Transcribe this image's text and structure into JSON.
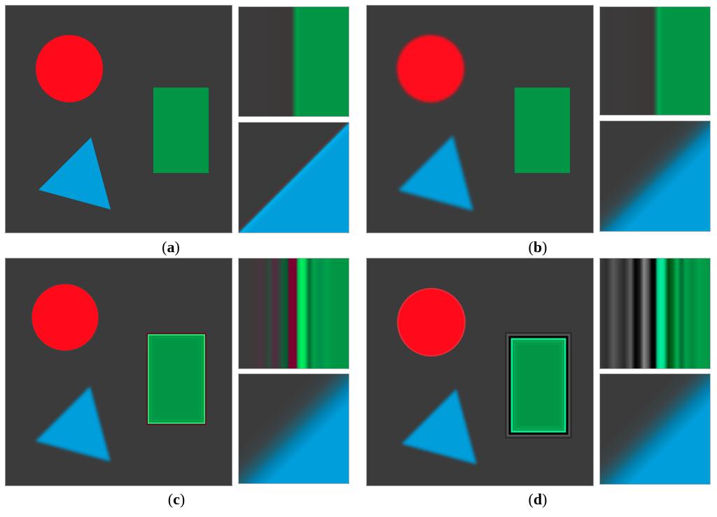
{
  "figure": {
    "background": "#ffffff",
    "scene_background": "#3b3b3b",
    "colors": {
      "circle": "#ff0a1a",
      "rectangle": "#009645",
      "triangle": "#009fdc",
      "ringing_bright_green": "#00f060",
      "ringing_dark_red": "#7a0030"
    },
    "panels": [
      {
        "id": "a",
        "label_open": "(",
        "label_letter": "a",
        "label_close": ")",
        "description": "sharp shapes"
      },
      {
        "id": "b",
        "label_open": "(",
        "label_letter": "b",
        "label_close": ")",
        "description": "blurred shapes"
      },
      {
        "id": "c",
        "label_open": "(",
        "label_letter": "c",
        "label_close": ")",
        "description": "restored with ringing (red/green)"
      },
      {
        "id": "d",
        "label_open": "(",
        "label_letter": "d",
        "label_close": ")",
        "description": "restored with strong ringing (gray/green)"
      }
    ],
    "insets": {
      "top": "zoom of rectangle left edge",
      "bottom": "zoom of triangle edge"
    }
  }
}
